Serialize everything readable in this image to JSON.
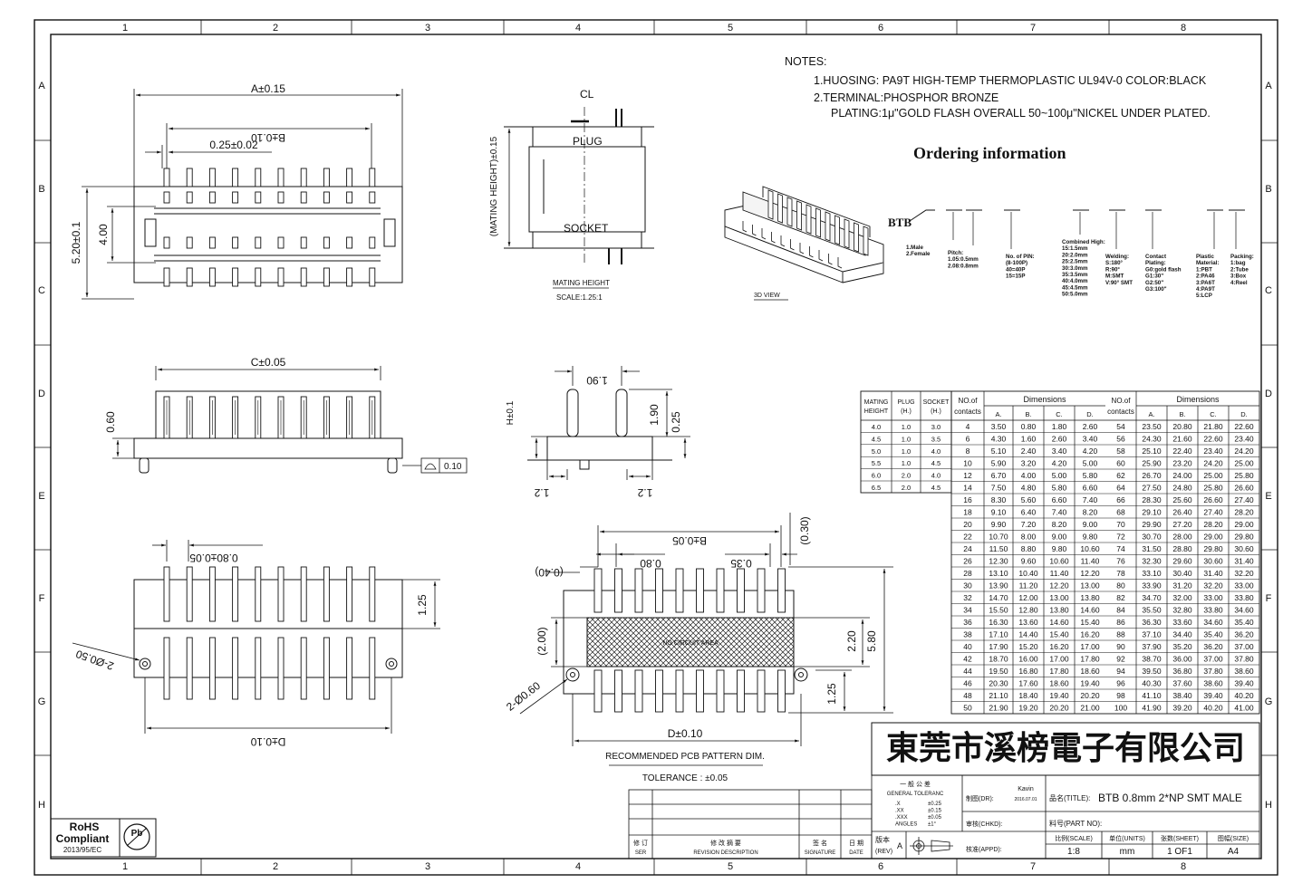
{
  "frame": {
    "columns": [
      "1",
      "2",
      "3",
      "4",
      "5",
      "6",
      "7",
      "8"
    ],
    "rows": [
      "A",
      "B",
      "C",
      "D",
      "E",
      "F",
      "G",
      "H"
    ]
  },
  "notes": {
    "title": "NOTES:",
    "line1": "1.HUOSING: PA9T HIGH-TEMP THERMOPLASTIC UL94V-0 COLOR:BLACK",
    "line2": "2.TERMINAL:PHOSPHOR BRONZE",
    "line3": "PLATING:1μ\"GOLD FLASH OVERALL 50~100μ\"NICKEL UNDER PLATED."
  },
  "ordering": {
    "title": "Ordering information",
    "prefix": "BTB",
    "view_label": "3D VIEW",
    "gender": [
      "1.Male",
      "2.Female"
    ],
    "pitch": [
      "Pitch:",
      "1.05:0.5mm",
      "2.08:0.8mm"
    ],
    "pins": [
      "No. of PIN:",
      "(8-100P)",
      "40=40P",
      "15=15P"
    ],
    "height": [
      "Combined High:",
      "15:1.5mm",
      "20:2.0mm",
      "25:2.5mm",
      "30:3.0mm",
      "35:3.5mm",
      "40:4.0mm",
      "45:4.5mm",
      "50:5.0mm"
    ],
    "welding": [
      "Welding:",
      "S:180°",
      "R:90°",
      "M:SMT",
      "V:90° SMT"
    ],
    "plating": [
      "Contact",
      "Plating:",
      "G0:gold flash",
      "G1:30\"",
      "G2:50\"",
      "G3:100\""
    ],
    "material": [
      "Plastic",
      "Material:",
      "1:PBT",
      "2:PA46",
      "3:PA6T",
      "4:PA9T",
      "5:LCP"
    ],
    "packing": [
      "Packing:",
      "1:bag",
      "2:Tube",
      "3:Box",
      "4:Reel"
    ]
  },
  "views": {
    "top": {
      "dim_a": "A±0.15",
      "dim_b": "B±0.10",
      "dim_w": "0.25±0.02",
      "dim_h1": "5.20±0.1",
      "dim_h2": "4.00"
    },
    "mating": {
      "cl": "CL",
      "plug": "PLUG",
      "socket": "SOCKET",
      "vertical": "(MATING HEIGHT)±0.15",
      "title": "MATING HEIGHT",
      "scale": "SCALE:1.25:1"
    },
    "front": {
      "dim_c": "C±0.05",
      "dim_h": "0.60",
      "flatness": "0.10"
    },
    "side": {
      "d1": "1.90",
      "d2": "1.90",
      "d3": "0.25",
      "d4": "1.2",
      "d5": "1.2",
      "hlabel": "H±0.1"
    },
    "bottom": {
      "pitch": "0.80±0.05",
      "dim_d": "D±0.10",
      "dim_h": "1.25",
      "holes": "2-Ø0.50"
    },
    "pcb": {
      "b": "B±0.05",
      "p": "0.80",
      "w": "0.35",
      "t": "(0.30)",
      "l": "(0.40)",
      "area": "NO CIRCUIT AREA",
      "h1": "(2.00)",
      "h2": "2.20",
      "h3": "5.80",
      "h4": "1.25",
      "holes": "2-Ø0.60",
      "d": "D±0.10",
      "title": "RECOMMENDED PCB PATTERN DIM.",
      "tol": "TOLERANCE : ±0.05"
    }
  },
  "height_table": {
    "headers": [
      "MATING HEIGHT",
      "PLUG (H.)",
      "SOCKET (H.)"
    ],
    "rows": [
      [
        "4.0",
        "1.0",
        "3.0"
      ],
      [
        "4.5",
        "1.0",
        "3.5"
      ],
      [
        "5.0",
        "1.0",
        "4.0"
      ],
      [
        "5.5",
        "1.0",
        "4.5"
      ],
      [
        "6.0",
        "2.0",
        "4.0"
      ],
      [
        "6.5",
        "2.0",
        "4.5"
      ]
    ]
  },
  "dim_table": {
    "group_header": "Dimensions",
    "contacts_header": "NO.of contacts",
    "cols": [
      "A.",
      "B.",
      "C.",
      "D."
    ],
    "left": [
      [
        "4",
        "3.50",
        "0.80",
        "1.80",
        "2.60"
      ],
      [
        "6",
        "4.30",
        "1.60",
        "2.60",
        "3.40"
      ],
      [
        "8",
        "5.10",
        "2.40",
        "3.40",
        "4.20"
      ],
      [
        "10",
        "5.90",
        "3.20",
        "4.20",
        "5.00"
      ],
      [
        "12",
        "6.70",
        "4.00",
        "5.00",
        "5.80"
      ],
      [
        "14",
        "7.50",
        "4.80",
        "5.80",
        "6.60"
      ],
      [
        "16",
        "8.30",
        "5.60",
        "6.60",
        "7.40"
      ],
      [
        "18",
        "9.10",
        "6.40",
        "7.40",
        "8.20"
      ],
      [
        "20",
        "9.90",
        "7.20",
        "8.20",
        "9.00"
      ],
      [
        "22",
        "10.70",
        "8.00",
        "9.00",
        "9.80"
      ],
      [
        "24",
        "11.50",
        "8.80",
        "9.80",
        "10.60"
      ],
      [
        "26",
        "12.30",
        "9.60",
        "10.60",
        "11.40"
      ],
      [
        "28",
        "13.10",
        "10.40",
        "11.40",
        "12.20"
      ],
      [
        "30",
        "13.90",
        "11.20",
        "12.20",
        "13.00"
      ],
      [
        "32",
        "14.70",
        "12.00",
        "13.00",
        "13.80"
      ],
      [
        "34",
        "15.50",
        "12.80",
        "13.80",
        "14.60"
      ],
      [
        "36",
        "16.30",
        "13.60",
        "14.60",
        "15.40"
      ],
      [
        "38",
        "17.10",
        "14.40",
        "15.40",
        "16.20"
      ],
      [
        "40",
        "17.90",
        "15.20",
        "16.20",
        "17.00"
      ],
      [
        "42",
        "18.70",
        "16.00",
        "17.00",
        "17.80"
      ],
      [
        "44",
        "19.50",
        "16.80",
        "17.80",
        "18.60"
      ],
      [
        "46",
        "20.30",
        "17.60",
        "18.60",
        "19.40"
      ],
      [
        "48",
        "21.10",
        "18.40",
        "19.40",
        "20.20"
      ],
      [
        "50",
        "21.90",
        "19.20",
        "20.20",
        "21.00"
      ]
    ],
    "right": [
      [
        "54",
        "23.50",
        "20.80",
        "21.80",
        "22.60"
      ],
      [
        "56",
        "24.30",
        "21.60",
        "22.60",
        "23.40"
      ],
      [
        "58",
        "25.10",
        "22.40",
        "23.40",
        "24.20"
      ],
      [
        "60",
        "25.90",
        "23.20",
        "24.20",
        "25.00"
      ],
      [
        "62",
        "26.70",
        "24.00",
        "25.00",
        "25.80"
      ],
      [
        "64",
        "27.50",
        "24.80",
        "25.80",
        "26.60"
      ],
      [
        "66",
        "28.30",
        "25.60",
        "26.60",
        "27.40"
      ],
      [
        "68",
        "29.10",
        "26.40",
        "27.40",
        "28.20"
      ],
      [
        "70",
        "29.90",
        "27.20",
        "28.20",
        "29.00"
      ],
      [
        "72",
        "30.70",
        "28.00",
        "29.00",
        "29.80"
      ],
      [
        "74",
        "31.50",
        "28.80",
        "29.80",
        "30.60"
      ],
      [
        "76",
        "32.30",
        "29.60",
        "30.60",
        "31.40"
      ],
      [
        "78",
        "33.10",
        "30.40",
        "31.40",
        "32.20"
      ],
      [
        "80",
        "33.90",
        "31.20",
        "32.20",
        "33.00"
      ],
      [
        "82",
        "34.70",
        "32.00",
        "33.00",
        "33.80"
      ],
      [
        "84",
        "35.50",
        "32.80",
        "33.80",
        "34.60"
      ],
      [
        "86",
        "36.30",
        "33.60",
        "34.60",
        "35.40"
      ],
      [
        "88",
        "37.10",
        "34.40",
        "35.40",
        "36.20"
      ],
      [
        "90",
        "37.90",
        "35.20",
        "36.20",
        "37.00"
      ],
      [
        "92",
        "38.70",
        "36.00",
        "37.00",
        "37.80"
      ],
      [
        "94",
        "39.50",
        "36.80",
        "37.80",
        "38.60"
      ],
      [
        "96",
        "40.30",
        "37.60",
        "38.60",
        "39.40"
      ],
      [
        "98",
        "41.10",
        "38.40",
        "39.40",
        "40.20"
      ],
      [
        "100",
        "41.90",
        "39.20",
        "40.20",
        "41.00"
      ]
    ]
  },
  "company": "東莞市溪榜電子有限公司",
  "title_block": {
    "tol_title": "一 般 公 差",
    "tol_sub": "GENERAL TOLERANC",
    "tol_rows": [
      [
        ".X",
        "±0.25"
      ],
      [
        ".XX",
        "±0.15"
      ],
      [
        ".XXX",
        "±0.05"
      ],
      [
        "ANGLES",
        "±1°"
      ]
    ],
    "drawn_label": "制图(DR):",
    "drawn_name": "Kavin",
    "drawn_date": "2016.07.01",
    "check_label": "审核(CHKD):",
    "appd_label": "核准(APPD):",
    "title_label": "品名(TITLE):",
    "title_value": "BTB 0.8mm 2*NP SMT MALE",
    "part_label": "料号(PART NO):",
    "scale_label": "比例(SCALE)",
    "scale_value": "1:8",
    "units_label": "单位(UNITS)",
    "units_value": "mm",
    "sheet_label": "张数(SHEET)",
    "sheet_value": "1 OF1",
    "size_label": "图幅(SIZE)",
    "size_value": "A4",
    "rev_label": "版本",
    "rev_sub": "(REV)",
    "rev_value": "A",
    "rev_cols": [
      [
        "修 订",
        "SER"
      ],
      [
        "修 改 摘 要",
        "REVISION DESCRIPTION"
      ],
      [
        "签 名",
        "SIGNATURE"
      ],
      [
        "日 期",
        "DATE"
      ]
    ]
  },
  "rohs": {
    "line1": "RoHS",
    "line2": "Compliant",
    "line3": "2013/95/EC",
    "pb": "Pb"
  }
}
